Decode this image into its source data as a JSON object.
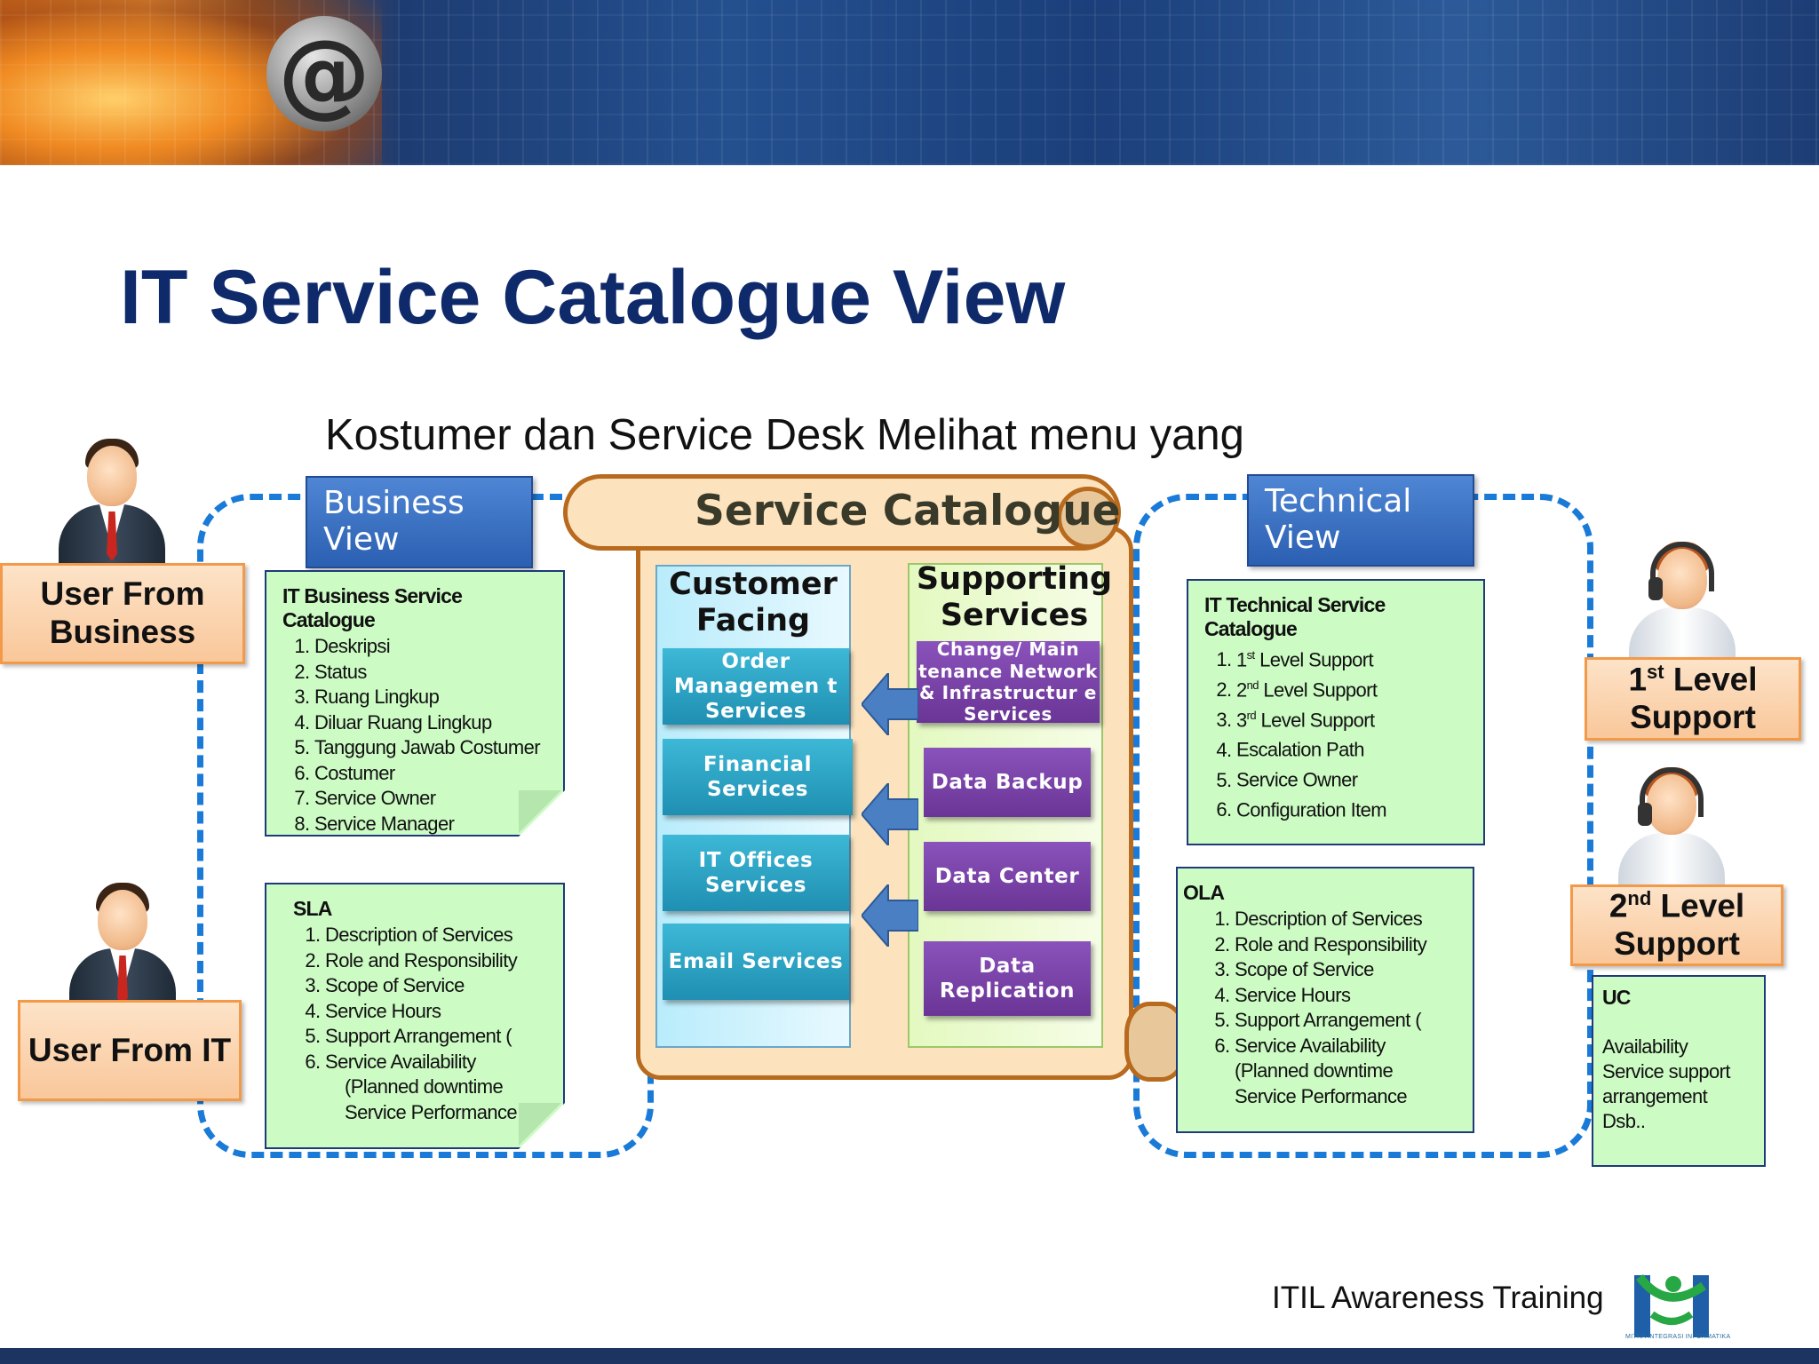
{
  "title": "IT Service Catalogue View",
  "subtitle": "Kostumer dan Service Desk Melihat menu yang",
  "banner": {
    "logo_glyph": "@"
  },
  "left_roles": [
    {
      "label": "User From Business"
    },
    {
      "label": "User From IT"
    }
  ],
  "right_roles": [
    {
      "label_main": "1",
      "label_sup": "st",
      "label_rest": " Level Support"
    },
    {
      "label_main": "2",
      "label_sup": "nd",
      "label_rest": " Level Support"
    }
  ],
  "business_view": {
    "header": "Business View",
    "catalogue_title": "IT Business Service Catalogue",
    "catalogue_items": [
      "Deskripsi",
      "Status",
      "Ruang Lingkup",
      "Diluar Ruang Lingkup",
      "Tanggung Jawab Costumer",
      "Costumer",
      "Service Owner",
      "Service Manager"
    ],
    "sla_title": "SLA",
    "sla_items": [
      "Description of Services",
      "Role and Responsibility",
      "Scope of Service",
      "Service Hours",
      "Support Arrangement (",
      "Service Availability"
    ],
    "sla_extra": [
      "(Planned downtime",
      "Service Performance"
    ]
  },
  "service_catalogue": {
    "title": "Service Catalogue",
    "customer_facing": {
      "header": "Customer Facing",
      "services": [
        "Order Managemen t Services",
        "Financial Services",
        "IT Offices Services",
        "Email Services"
      ]
    },
    "supporting": {
      "header": "Supporting Services",
      "services": [
        "Change/ Main tenance Network & Infrastructur e Services",
        "Data Backup",
        "Data Center",
        "Data Replication"
      ]
    }
  },
  "technical_view": {
    "header": "Technical View",
    "catalogue_title": "IT Technical Service Catalogue",
    "catalogue_items": [
      {
        "num": "1",
        "sup": "st",
        "text": " Level Support"
      },
      {
        "num": "2",
        "sup": "nd",
        "text": " Level Support"
      },
      {
        "num": "3",
        "sup": "rd",
        "text": " Level Support"
      },
      {
        "num": "",
        "sup": "",
        "text": "Escalation Path"
      },
      {
        "num": "",
        "sup": "",
        "text": "Service Owner"
      },
      {
        "num": "",
        "sup": "",
        "text": "Configuration Item"
      }
    ],
    "ola_title": "OLA",
    "ola_items": [
      "Description of Services",
      "Role and Responsibility",
      "Scope of Service",
      "Service Hours",
      "Support Arrangement (",
      "Service Availability (Planned downtime Service Performance"
    ]
  },
  "uc": {
    "title": "UC",
    "lines": [
      "Availability",
      "Service support arrangement",
      "Dsb.."
    ]
  },
  "footer": {
    "text": "ITIL Awareness Training",
    "logo_caption": "MITRA INTEGRASI INFORMATIKA"
  },
  "colors": {
    "title": "#0f2a6b",
    "dashed": "#1a7ad8",
    "note_bg": "#ccfbc4",
    "teal": "#1f8fb2",
    "purple": "#6a3596",
    "arrow": "#4a7fc4"
  }
}
